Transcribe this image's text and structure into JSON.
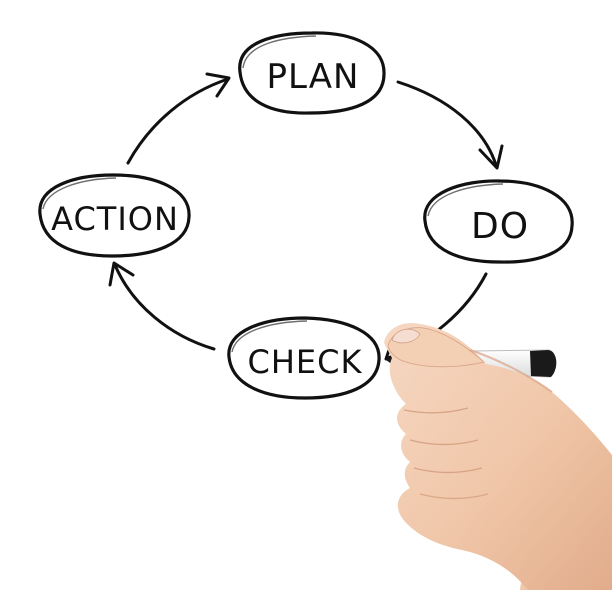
{
  "diagram": {
    "nodes": [
      {
        "id": "plan",
        "label": "PLAN"
      },
      {
        "id": "do",
        "label": "DO"
      },
      {
        "id": "check",
        "label": "CHECK"
      },
      {
        "id": "action",
        "label": "ACTION"
      }
    ],
    "edges": [
      {
        "from": "plan",
        "to": "do"
      },
      {
        "from": "do",
        "to": "check"
      },
      {
        "from": "check",
        "to": "action"
      },
      {
        "from": "action",
        "to": "plan"
      }
    ]
  },
  "colors": {
    "ink": "#111111",
    "background": "#ffffff",
    "skin": "#f1c9ad",
    "skin_shadow": "#d9a183",
    "marker_body": "#f7f7f7",
    "marker_cap": "#1a1a1a"
  }
}
